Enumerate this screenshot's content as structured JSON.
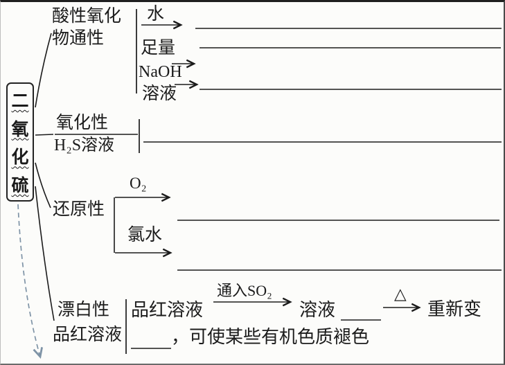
{
  "root": {
    "chars": [
      "二",
      "氧",
      "化",
      "硫"
    ]
  },
  "branch_acidic": {
    "label1": "酸性氧化",
    "label2": "物通性",
    "water": "水",
    "amount": "足量",
    "naoh": "NaOH",
    "solution": "溶液"
  },
  "branch_oxidizing": {
    "label": "氧化性",
    "reagent": "H₂S溶液"
  },
  "branch_reducing": {
    "label": "还原性",
    "o2": "O₂",
    "chlorine": "氯水"
  },
  "branch_bleaching": {
    "label1": "漂白性",
    "label2": "品红溶液",
    "fuchsin": "品红溶液",
    "pass_so2": "通入SO₂",
    "solution": "溶液",
    "delta": "△",
    "restore": "重新变",
    "line2": "，可使某些有机色质褪色"
  }
}
